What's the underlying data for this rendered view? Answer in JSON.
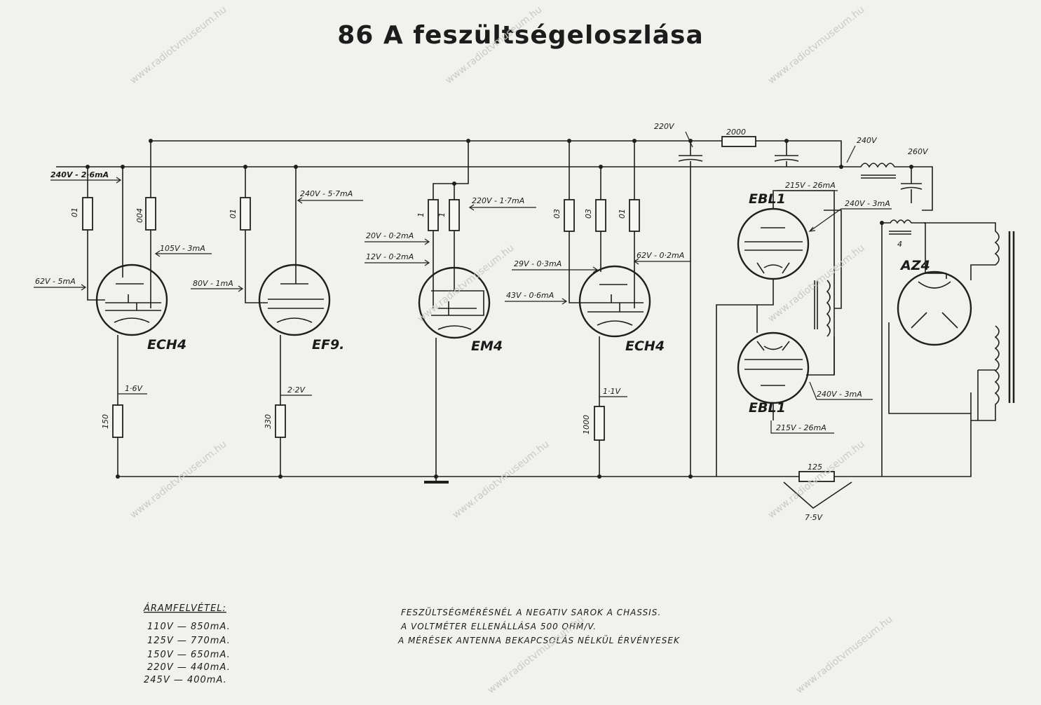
{
  "title": "86 A feszültségeloszlása",
  "tubes": {
    "t1": "ECH4",
    "t2": "EF9.",
    "t3": "EM4",
    "t4": "ECH4",
    "t5": "EBL1",
    "t6": "EBL1",
    "t7": "AZ4"
  },
  "resistors": {
    "r_01_a": "01",
    "r_004": "004",
    "r_01_b": "01",
    "r_1_a": "1",
    "r_1_b": "1",
    "r_03_a": "03",
    "r_03_b": "03",
    "r_01_c": "01",
    "r_150": "150",
    "r_330": "330",
    "r_1000": "1000",
    "r_2000": "2000",
    "r_125": "125",
    "r_4": "4"
  },
  "measurements": {
    "m_220v_top": "220V",
    "m_240v_top": "240V",
    "m_260v": "260V",
    "m_240v_26ma": "240V - 2·6mA",
    "m_62v_5ma": "62V - 5mA",
    "m_105v_3ma": "105V - 3mA",
    "m_240v_57ma": "240V - 5·7mA",
    "m_80v_1ma": "80V - 1mA",
    "m_220v_17ma": "220V - 1·7mA",
    "m_20v_02ma": "20V - 0·2mA",
    "m_12v_02ma": "12V - 0·2mA",
    "m_29v_03ma": "29V - 0·3mA",
    "m_43v_06ma": "43V - 0·6mA",
    "m_62v_02ma": "62V - 0·2mA",
    "m_215v_26ma_a": "215V - 26mA",
    "m_240v_3ma_a": "240V - 3mA",
    "m_240v_3ma_b": "240V - 3mA",
    "m_215v_26ma_b": "215V - 26mA",
    "m_16v": "1·6V",
    "m_22v": "2·2V",
    "m_11v": "1·1V",
    "m_75v": "7·5V"
  },
  "current_draw": {
    "heading": "ÁRAMFELVÉTEL:",
    "rows": [
      "110V — 850mA.",
      "125V — 770mA.",
      "150V — 650mA.",
      "220V — 440mA.",
      "245V — 400mA."
    ]
  },
  "notes": [
    "FESZÜLTSÉGMÉRÉSNÉL A NEGATIV SAROK A CHASSIS.",
    "A VOLTMÉTER ELLENÁLLÁSA 500 OHM/V.",
    "A MÉRÉSEK ANTENNA BEKAPCSOLÁS NÉLKÜL ÉRVÉNYESEK"
  ],
  "watermark": "www.radiotvmuseum.hu"
}
